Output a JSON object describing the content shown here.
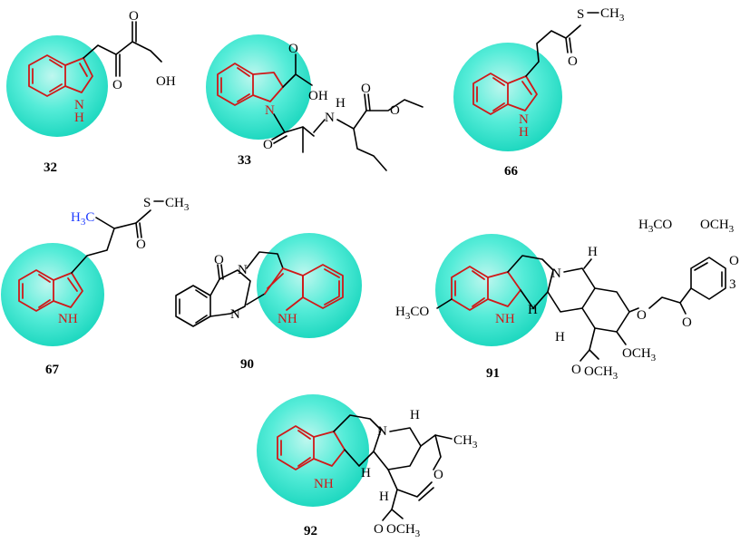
{
  "colors": {
    "highlight": "#2ee6cf",
    "indole": "#d01818",
    "methyl_label": "#1f3cff"
  },
  "compounds": [
    {
      "id": "32",
      "substituent_labels": [
        "OH"
      ]
    },
    {
      "id": "33",
      "substituent_labels": [
        "OH",
        "N",
        "H",
        "O"
      ]
    },
    {
      "id": "66",
      "substituent_labels": [
        "S",
        "CH3"
      ]
    },
    {
      "id": "67",
      "substituent_labels": [
        "H3C",
        "S",
        "CH3"
      ]
    },
    {
      "id": "90",
      "substituent_labels": [
        "N",
        "N"
      ]
    },
    {
      "id": "91",
      "substituent_labels": [
        "H3CO",
        "OCH3",
        "OCH3",
        "H",
        "H",
        "OCH3",
        "O",
        "OCH3"
      ]
    },
    {
      "id": "92",
      "substituent_labels": [
        "N",
        "CH3",
        "O",
        "OCH3"
      ]
    }
  ],
  "labels": {
    "oh": "OH",
    "o": "O",
    "n": "N",
    "h": "H",
    "nh": "NH",
    "nh_split_n": "N",
    "nh_split_h": "H",
    "s": "S",
    "ch3": "CH",
    "ch3_sub": "3",
    "h3c": "H",
    "h3c_sub": "3",
    "h3c_c": "C",
    "h3co": "H",
    "h3co_rest": "CO",
    "och3_a": "OCH",
    "och3_sub": "3",
    "h_ring": "H"
  }
}
